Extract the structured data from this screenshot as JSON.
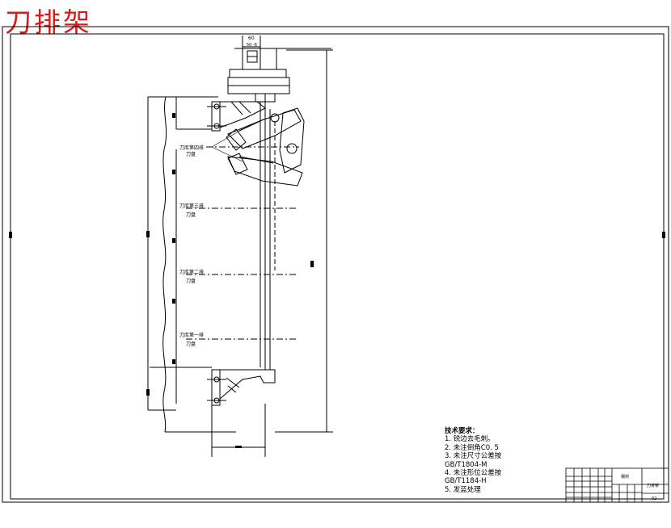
{
  "title": "刀排架",
  "dimension_top": {
    "label": "60",
    "tolerance": "50 -6"
  },
  "stations": [
    {
      "line1": "刀库第四排",
      "line2": "刀盘"
    },
    {
      "line1": "刀库第三排",
      "line2": "刀盘"
    },
    {
      "line1": "刀库第二排",
      "line2": "刀盘"
    },
    {
      "line1": "刀库第一排",
      "line2": "刀盘"
    }
  ],
  "technical_notes": {
    "heading": "技术要求：",
    "items": [
      "1. 锐边去毛刺。",
      "2. 未注倒角C0. 5",
      "3. 未注尺寸公差按",
      "GB/T1804-M",
      "4. 未注形位公差按",
      "GB/T1184-H",
      "5. 发蓝处理"
    ]
  },
  "title_block": {
    "material": "钢材",
    "drawing_name": "刀排架",
    "sheet": "02"
  }
}
